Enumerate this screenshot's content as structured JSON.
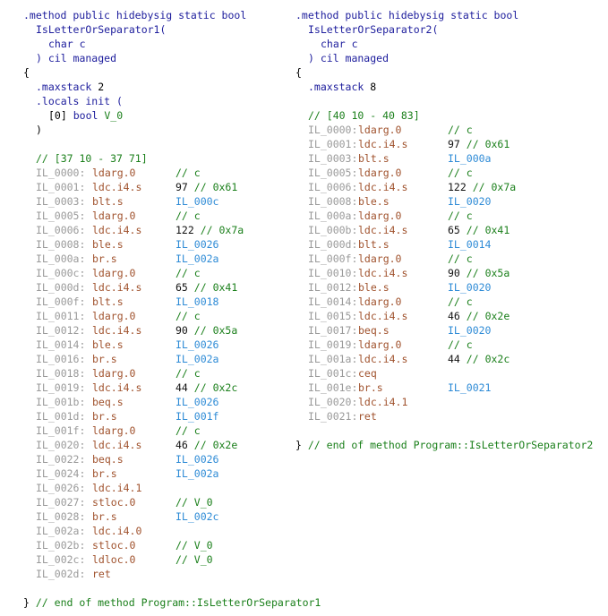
{
  "left": {
    "header_line1": ".method public hidebysig static bool",
    "method_name": "IsLetterOrSeparator1(",
    "param": "char c",
    "close_sig": ") cil managed",
    "open_brace": "{",
    "maxstack_kw": ".maxstack",
    "maxstack_val": "2",
    "locals_line": ".locals init (",
    "local_index": "[0]",
    "local_type": "bool",
    "local_name": "V_0",
    "locals_close": ")",
    "range_comment": "// [37 10 - 37 71]",
    "instructions": [
      {
        "label": "IL_0000:",
        "op": "ldarg.0",
        "arg": "// c",
        "arg_kind": "comment"
      },
      {
        "label": "IL_0001:",
        "op": "ldc.i4.s",
        "arg": "97",
        "arg2": "// 0x61",
        "arg_kind": "number"
      },
      {
        "label": "IL_0003:",
        "op": "blt.s",
        "arg": "IL_000c",
        "arg_kind": "target"
      },
      {
        "label": "IL_0005:",
        "op": "ldarg.0",
        "arg": "// c",
        "arg_kind": "comment"
      },
      {
        "label": "IL_0006:",
        "op": "ldc.i4.s",
        "arg": "122",
        "arg2": "// 0x7a",
        "arg_kind": "number"
      },
      {
        "label": "IL_0008:",
        "op": "ble.s",
        "arg": "IL_0026",
        "arg_kind": "target"
      },
      {
        "label": "IL_000a:",
        "op": "br.s",
        "arg": "IL_002a",
        "arg_kind": "target"
      },
      {
        "label": "IL_000c:",
        "op": "ldarg.0",
        "arg": "// c",
        "arg_kind": "comment"
      },
      {
        "label": "IL_000d:",
        "op": "ldc.i4.s",
        "arg": "65",
        "arg2": "// 0x41",
        "arg_kind": "number"
      },
      {
        "label": "IL_000f:",
        "op": "blt.s",
        "arg": "IL_0018",
        "arg_kind": "target"
      },
      {
        "label": "IL_0011:",
        "op": "ldarg.0",
        "arg": "// c",
        "arg_kind": "comment"
      },
      {
        "label": "IL_0012:",
        "op": "ldc.i4.s",
        "arg": "90",
        "arg2": "// 0x5a",
        "arg_kind": "number"
      },
      {
        "label": "IL_0014:",
        "op": "ble.s",
        "arg": "IL_0026",
        "arg_kind": "target"
      },
      {
        "label": "IL_0016:",
        "op": "br.s",
        "arg": "IL_002a",
        "arg_kind": "target"
      },
      {
        "label": "IL_0018:",
        "op": "ldarg.0",
        "arg": "// c",
        "arg_kind": "comment"
      },
      {
        "label": "IL_0019:",
        "op": "ldc.i4.s",
        "arg": "44",
        "arg2": "// 0x2c",
        "arg_kind": "number"
      },
      {
        "label": "IL_001b:",
        "op": "beq.s",
        "arg": "IL_0026",
        "arg_kind": "target"
      },
      {
        "label": "IL_001d:",
        "op": "br.s",
        "arg": "IL_001f",
        "arg_kind": "target"
      },
      {
        "label": "IL_001f:",
        "op": "ldarg.0",
        "arg": "// c",
        "arg_kind": "comment"
      },
      {
        "label": "IL_0020:",
        "op": "ldc.i4.s",
        "arg": "46",
        "arg2": "// 0x2e",
        "arg_kind": "number"
      },
      {
        "label": "IL_0022:",
        "op": "beq.s",
        "arg": "IL_0026",
        "arg_kind": "target"
      },
      {
        "label": "IL_0024:",
        "op": "br.s",
        "arg": "IL_002a",
        "arg_kind": "target"
      },
      {
        "label": "IL_0026:",
        "op": "ldc.i4.1",
        "arg": "",
        "arg_kind": "none"
      },
      {
        "label": "IL_0027:",
        "op": "stloc.0",
        "arg": "// V_0",
        "arg_kind": "comment"
      },
      {
        "label": "IL_0028:",
        "op": "br.s",
        "arg": "IL_002c",
        "arg_kind": "target"
      },
      {
        "label": "IL_002a:",
        "op": "ldc.i4.0",
        "arg": "",
        "arg_kind": "none"
      },
      {
        "label": "IL_002b:",
        "op": "stloc.0",
        "arg": "// V_0",
        "arg_kind": "comment"
      },
      {
        "label": "IL_002c:",
        "op": "ldloc.0",
        "arg": "// V_0",
        "arg_kind": "comment"
      },
      {
        "label": "IL_002d:",
        "op": "ret",
        "arg": "",
        "arg_kind": "none"
      }
    ],
    "end_brace": "}",
    "end_comment": "// end of method Program::IsLetterOrSeparator1"
  },
  "right": {
    "header_line1": ".method public hidebysig static bool",
    "method_name": "IsLetterOrSeparator2(",
    "param": "char c",
    "close_sig": ") cil managed",
    "open_brace": "{",
    "maxstack_kw": ".maxstack",
    "maxstack_val": "8",
    "range_comment": "// [40 10 - 40 83]",
    "instructions": [
      {
        "label": "IL_0000:",
        "op": "ldarg.0",
        "arg": "// c",
        "arg_kind": "comment"
      },
      {
        "label": "IL_0001:",
        "op": "ldc.i4.s",
        "arg": "97",
        "arg2": "// 0x61",
        "arg_kind": "number"
      },
      {
        "label": "IL_0003:",
        "op": "blt.s",
        "arg": "IL_000a",
        "arg_kind": "target"
      },
      {
        "label": "IL_0005:",
        "op": "ldarg.0",
        "arg": "// c",
        "arg_kind": "comment"
      },
      {
        "label": "IL_0006:",
        "op": "ldc.i4.s",
        "arg": "122",
        "arg2": "// 0x7a",
        "arg_kind": "number"
      },
      {
        "label": "IL_0008:",
        "op": "ble.s",
        "arg": "IL_0020",
        "arg_kind": "target"
      },
      {
        "label": "IL_000a:",
        "op": "ldarg.0",
        "arg": "// c",
        "arg_kind": "comment"
      },
      {
        "label": "IL_000b:",
        "op": "ldc.i4.s",
        "arg": "65",
        "arg2": "// 0x41",
        "arg_kind": "number"
      },
      {
        "label": "IL_000d:",
        "op": "blt.s",
        "arg": "IL_0014",
        "arg_kind": "target"
      },
      {
        "label": "IL_000f:",
        "op": "ldarg.0",
        "arg": "// c",
        "arg_kind": "comment"
      },
      {
        "label": "IL_0010:",
        "op": "ldc.i4.s",
        "arg": "90",
        "arg2": "// 0x5a",
        "arg_kind": "number"
      },
      {
        "label": "IL_0012:",
        "op": "ble.s",
        "arg": "IL_0020",
        "arg_kind": "target"
      },
      {
        "label": "IL_0014:",
        "op": "ldarg.0",
        "arg": "// c",
        "arg_kind": "comment"
      },
      {
        "label": "IL_0015:",
        "op": "ldc.i4.s",
        "arg": "46",
        "arg2": "// 0x2e",
        "arg_kind": "number"
      },
      {
        "label": "IL_0017:",
        "op": "beq.s",
        "arg": "IL_0020",
        "arg_kind": "target"
      },
      {
        "label": "IL_0019:",
        "op": "ldarg.0",
        "arg": "// c",
        "arg_kind": "comment"
      },
      {
        "label": "IL_001a:",
        "op": "ldc.i4.s",
        "arg": "44",
        "arg2": "// 0x2c",
        "arg_kind": "number"
      },
      {
        "label": "IL_001c:",
        "op": "ceq",
        "arg": "",
        "arg_kind": "none"
      },
      {
        "label": "IL_001e:",
        "op": "br.s",
        "arg": "IL_0021",
        "arg_kind": "target"
      },
      {
        "label": "IL_0020:",
        "op": "ldc.i4.1",
        "arg": "",
        "arg_kind": "none"
      },
      {
        "label": "IL_0021:",
        "op": "ret",
        "arg": "",
        "arg_kind": "none"
      }
    ],
    "end_brace": "}",
    "end_comment": "// end of method Program::IsLetterOrSeparator2"
  },
  "colors": {
    "directive": "#1c1c9c",
    "comment": "#1a7f1a",
    "label": "#9a9a9a",
    "opcode": "#a0522d",
    "target": "#2e8bd6",
    "background": "#ffffff"
  }
}
